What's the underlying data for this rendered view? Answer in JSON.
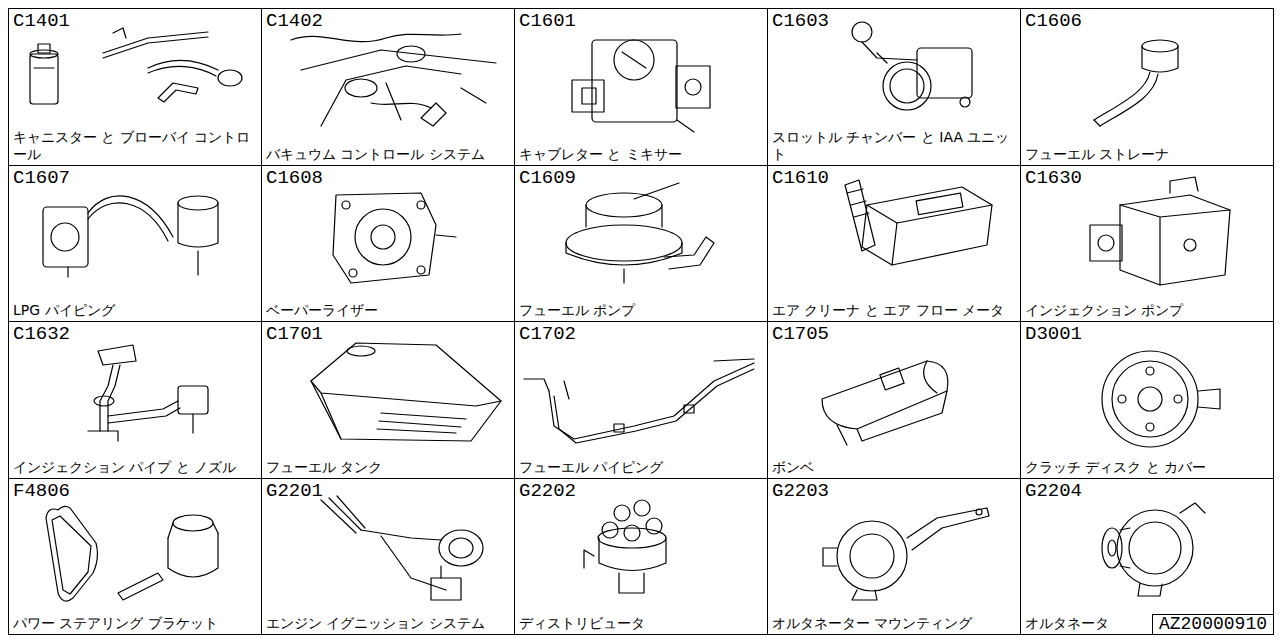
{
  "diagram": {
    "nodes": [
      {
        "text": [
          "C1401",
          "キャニスター と ブローバイ コントロール"
        ]
      },
      {
        "text": [
          "C1402",
          "バキュウム コントロール システム"
        ]
      },
      {
        "text": [
          "C1601",
          "キャブレター と ミキサー"
        ]
      },
      {
        "text": [
          "C1603",
          "スロットル チャンバー と IAA ユニット"
        ]
      },
      {
        "text": [
          "C1606",
          "フューエル ストレーナ"
        ]
      },
      {
        "text": [
          "C1607",
          "LPG パイピング"
        ]
      },
      {
        "text": [
          "C1608",
          "ベーパーライザー"
        ]
      },
      {
        "text": [
          "C1609",
          "フューエル ポンプ"
        ]
      },
      {
        "text": [
          "C1610",
          "エア クリーナ と エア フロー メータ"
        ]
      },
      {
        "text": [
          "C1630",
          "インジェクション ポンプ"
        ]
      },
      {
        "text": [
          "C1632",
          "インジェクション パイプ と ノズル"
        ]
      },
      {
        "text": [
          "C1701",
          "フューエル タンク"
        ]
      },
      {
        "text": [
          "C1702",
          "フューエル パイピング"
        ]
      },
      {
        "text": [
          "C1705",
          "ボンベ"
        ]
      },
      {
        "text": [
          "D3001",
          "クラッチ ディスク と カバー"
        ]
      },
      {
        "text": [
          "F4806",
          "パワー ステアリング ブラケット"
        ]
      },
      {
        "text": [
          "G2201",
          "エンジン イグニッション システム"
        ]
      },
      {
        "text": [
          "G2202",
          "ディストリビュータ"
        ]
      },
      {
        "text": [
          "G2203",
          "オルタネーター マウンティング"
        ]
      },
      {
        "text": [
          "G2204",
          "オルタネータ"
        ]
      },
      {
        "text": [
          "AZ20000910"
        ],
        "in": 19
      }
    ]
  }
}
